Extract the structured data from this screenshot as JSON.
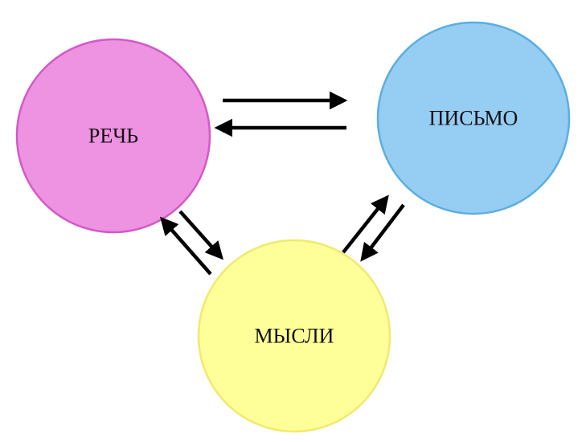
{
  "nodes": {
    "speech": {
      "label": "РЕЧЬ",
      "fill": "#EE92E2",
      "stroke": "#D35AC8"
    },
    "writing": {
      "label": "ПИСЬМО",
      "fill": "#96CDF3",
      "stroke": "#5AAEE2"
    },
    "thoughts": {
      "label": "МЫСЛИ",
      "fill": "#FFFF99",
      "stroke": "#F2E96E"
    }
  },
  "edges": [
    {
      "from": "speech",
      "to": "writing"
    },
    {
      "from": "writing",
      "to": "speech"
    },
    {
      "from": "speech",
      "to": "thoughts"
    },
    {
      "from": "thoughts",
      "to": "speech"
    },
    {
      "from": "thoughts",
      "to": "writing"
    },
    {
      "from": "writing",
      "to": "thoughts"
    }
  ],
  "colors": {
    "arrow": "#000000",
    "background": "#FFFFFF"
  }
}
